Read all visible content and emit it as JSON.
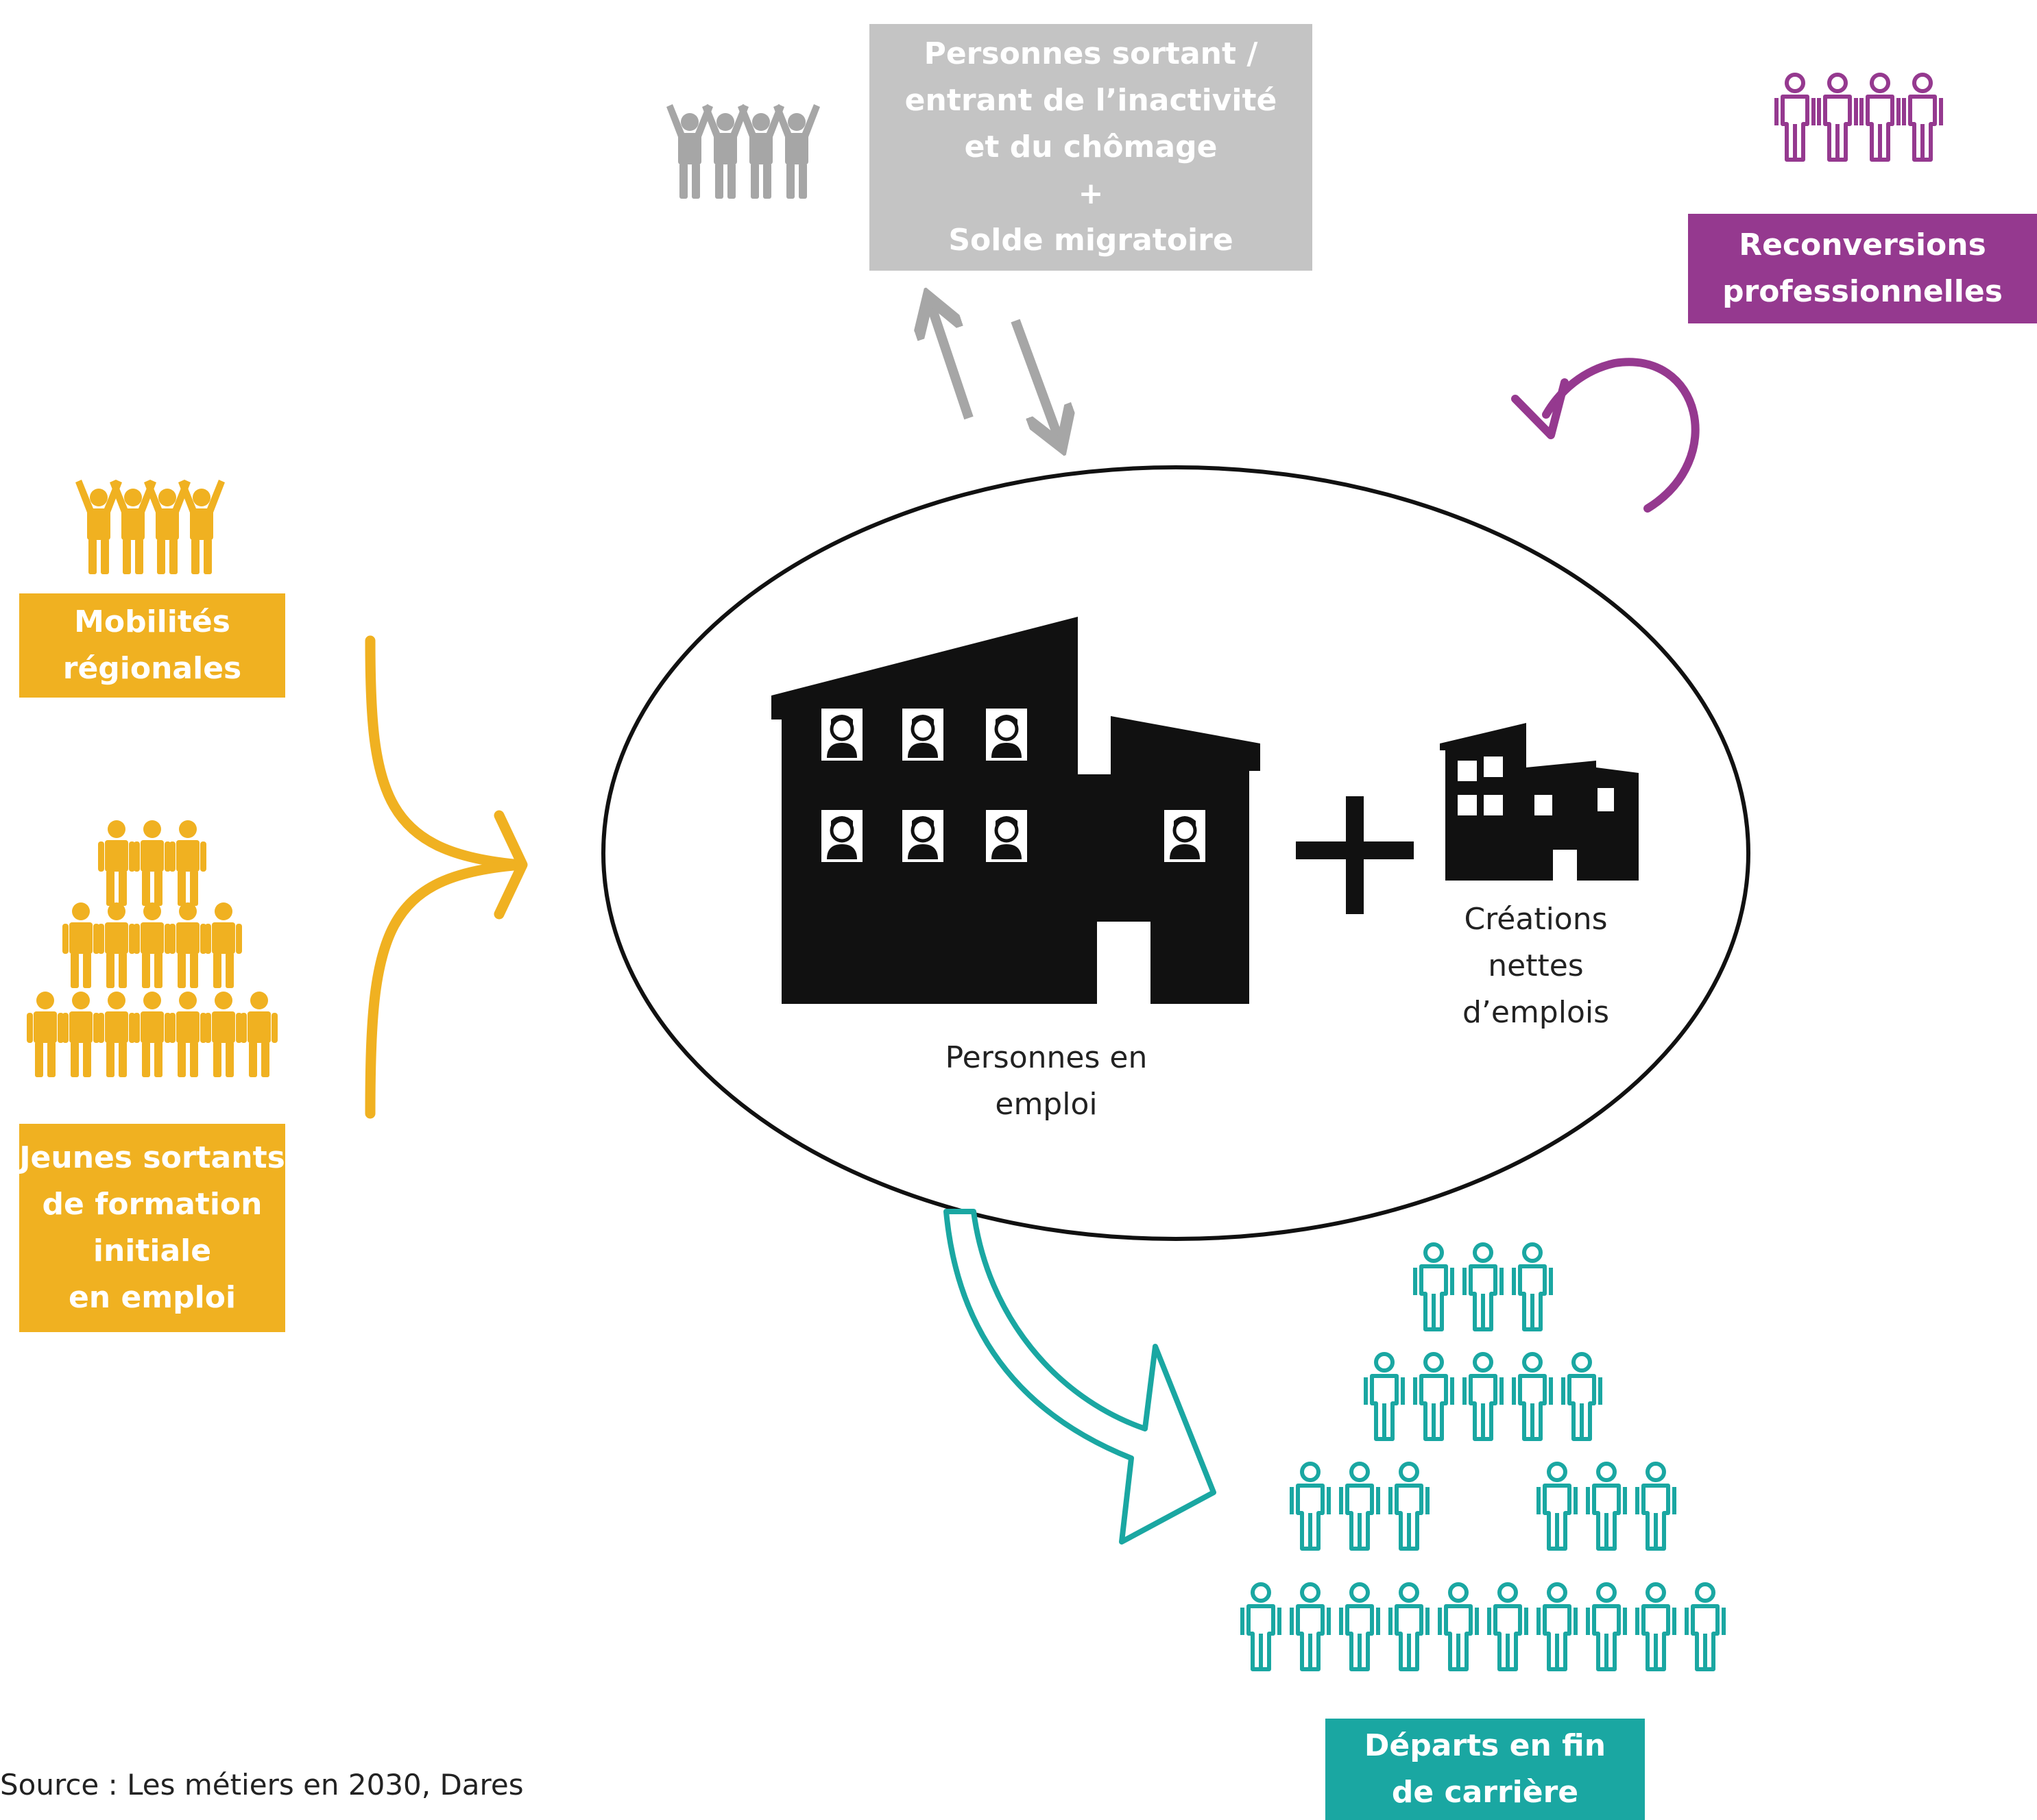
{
  "boxes": {
    "inactivite": {
      "lines": [
        "Personnes sortant /",
        "entrant de l’inactivité",
        "et du chômage",
        "+",
        "Solde migratoire"
      ]
    },
    "reconversions": {
      "lines": [
        "Reconversions",
        "professionnelles"
      ]
    },
    "mobilites": {
      "lines": [
        "Mobilités",
        "régionales"
      ]
    },
    "jeunes": {
      "lines": [
        "Jeunes sortants",
        "de formation",
        "initiale",
        "en emploi"
      ]
    },
    "departs": {
      "lines": [
        "Départs en fin",
        "de carrière"
      ]
    }
  },
  "center": {
    "emploi_lines": [
      "Personnes en",
      "emploi"
    ],
    "creations_lines": [
      "Créations",
      "nettes",
      "d’emplois"
    ],
    "plus_sign": "+"
  },
  "source": "Source : Les métiers en 2030, Dares",
  "colors": {
    "grey": "#a6a6a6",
    "grey_box": "#c4c4c4",
    "purple": "#95398f",
    "orange": "#f0b121",
    "teal": "#1aa7a2",
    "black": "#111111"
  },
  "icons": {
    "inactivite": "people-arms-raised-icon",
    "reconversions": "people-outline-icon",
    "mobilites": "people-arms-raised-icon",
    "jeunes": "people-pyramid-icon",
    "departs": "people-outline-pyramid-icon",
    "emploi": "office-building-icon",
    "creations": "small-building-icon"
  }
}
